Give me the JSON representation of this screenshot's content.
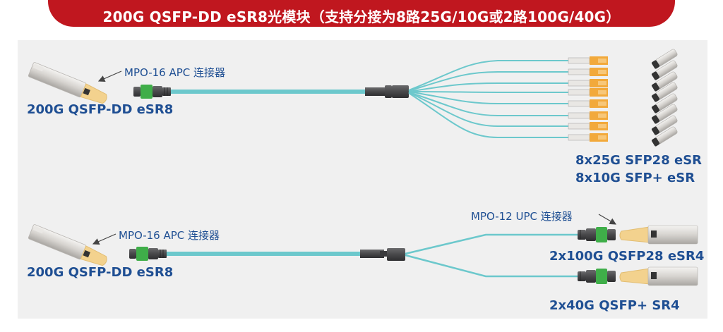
{
  "title": "200G QSFP-DD eSR8光模块（支持分接为8路25G/10G或2路100G/40G）",
  "colors": {
    "banner": "#c0171f",
    "panel": "#f0f0f0",
    "label_text": "#1f4f93",
    "fiber": "#6cc8cc",
    "mpo_body": "#4a4a4c",
    "mpo_key": "#3fae49",
    "pull_tab": "#f3d28e",
    "lc_connector": "#f2a93b"
  },
  "diagram_top": {
    "source_module": "200G QSFP-DD eSR8",
    "source_connector": "MPO-16 APC 连接器",
    "breakout_count": 8,
    "targets": [
      "8x25G SFP28 eSR",
      "8x10G SFP+ eSR"
    ]
  },
  "diagram_bottom": {
    "source_module": "200G QSFP-DD eSR8",
    "source_connector": "MPO-16 APC 连接器",
    "breakout_count": 2,
    "target_connector": "MPO-12 UPC 连接器",
    "targets": [
      "2x100G QSFP28 eSR4",
      "2x40G QSFP+ SR4"
    ]
  }
}
